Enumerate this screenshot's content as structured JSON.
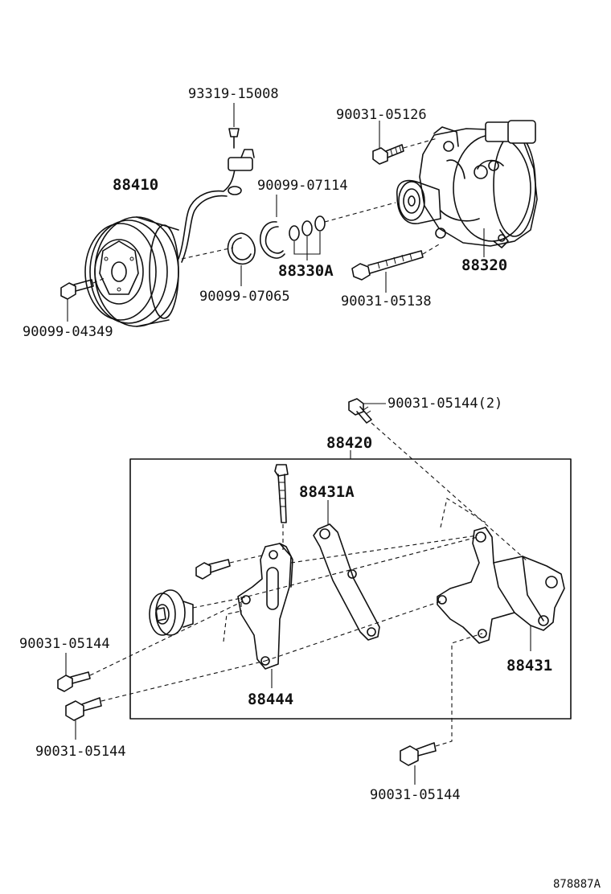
{
  "parts": {
    "p93319_15008": "93319-15008",
    "p90031_05126": "90031-05126",
    "p88410": "88410",
    "p90099_07114": "90099-07114",
    "p88330A": "88330A",
    "p88320": "88320",
    "p90099_07065": "90099-07065",
    "p90031_05138": "90031-05138",
    "p90099_04349": "90099-04349",
    "p90031_05144_2": "90031-05144(2)",
    "p88420": "88420",
    "p88431A": "88431A",
    "p90031_05144_left_upper": "90031-05144",
    "p88444": "88444",
    "p88431": "88431",
    "p90031_05144_left_lower": "90031-05144",
    "p90031_05144_bottom": "90031-05144"
  },
  "footer": {
    "code": "878887A"
  }
}
